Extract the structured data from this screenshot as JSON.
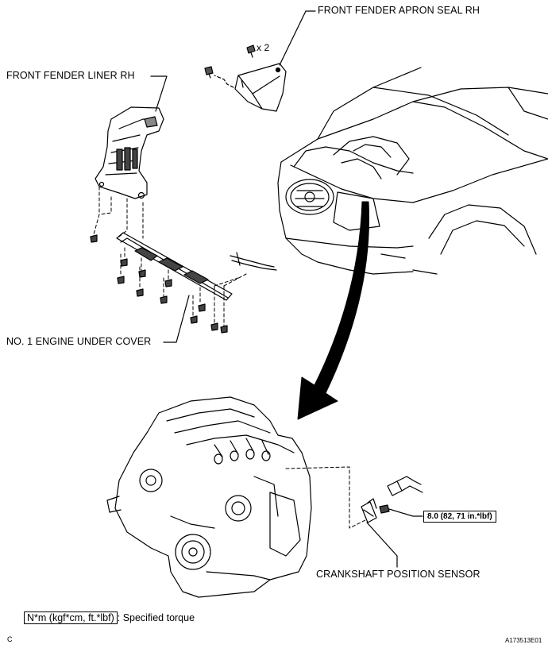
{
  "labels": {
    "fender_apron_seal": "FRONT FENDER APRON SEAL RH",
    "fender_liner": "FRONT FENDER LINER RH",
    "engine_under_cover": "NO. 1 ENGINE UNDER COVER",
    "crankshaft_sensor": "CRANKSHAFT POSITION SENSOR",
    "qty_x2": "x 2"
  },
  "torque": {
    "value": "8.0 (82, 71 in.*lbf)"
  },
  "legend": {
    "unit_box": "N*m (kgf*cm, ft.*lbf)",
    "description": ": Specified torque"
  },
  "footer": {
    "left_code": "C",
    "figure_id": "A173513E01"
  }
}
